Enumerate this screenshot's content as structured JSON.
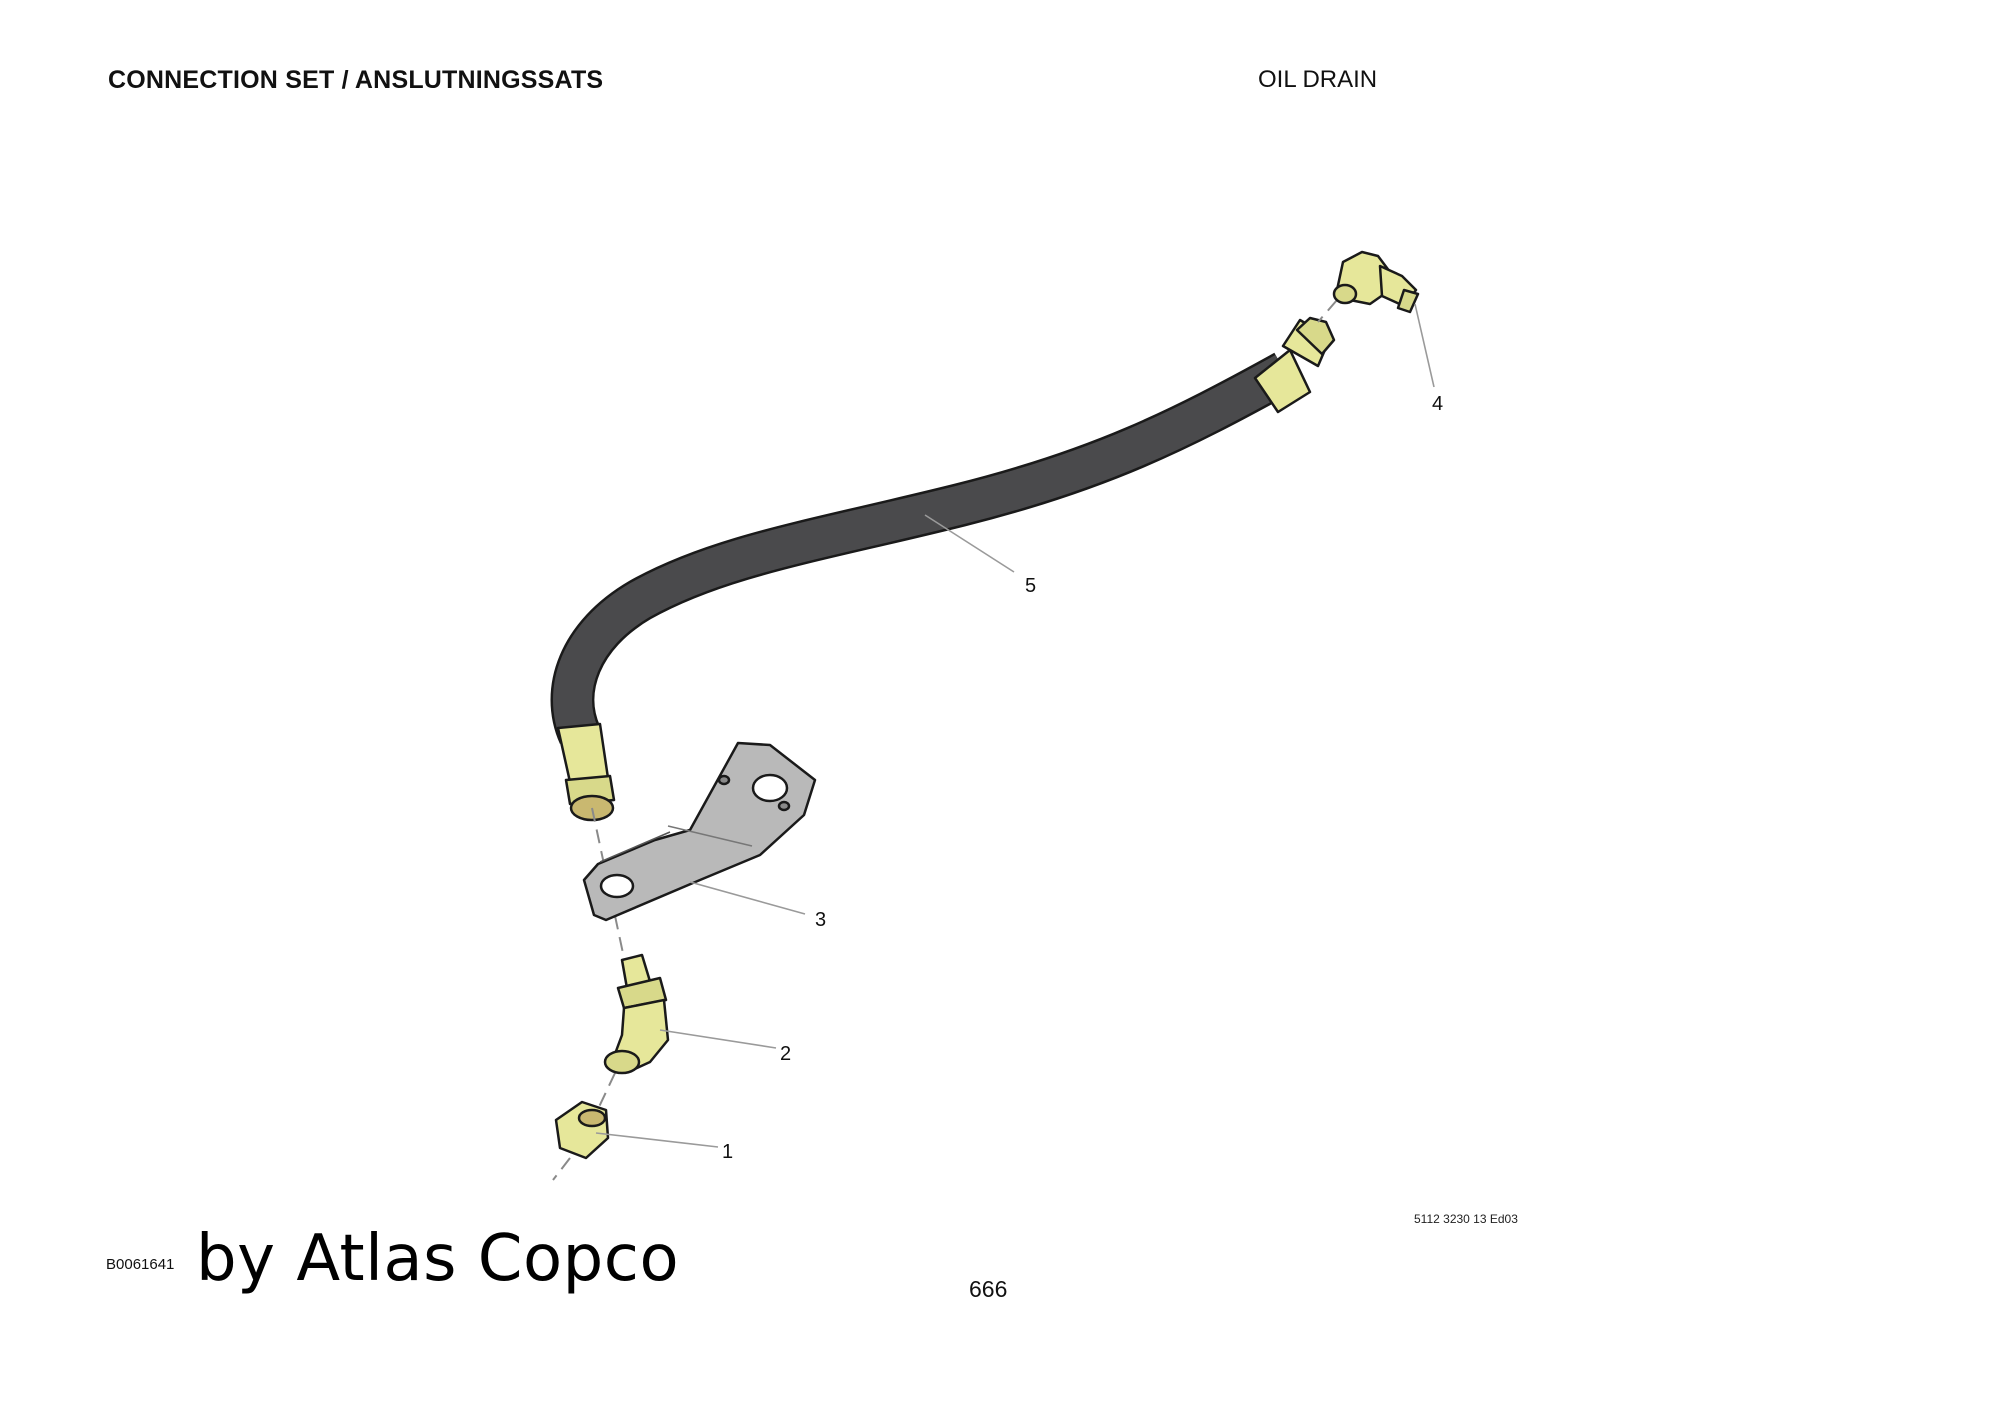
{
  "header": {
    "title": "CONNECTION SET / ANSLUTNINGSSATS",
    "section": "OIL DRAIN"
  },
  "drawing": {
    "callouts": [
      {
        "label": "1",
        "part": "nut"
      },
      {
        "label": "2",
        "part": "elbow-fitting-45"
      },
      {
        "label": "3",
        "part": "bracket"
      },
      {
        "label": "4",
        "part": "elbow-fitting-90"
      },
      {
        "label": "5",
        "part": "hose"
      }
    ],
    "colors": {
      "brass": "#e6e79a",
      "brass_shade": "#c9c97a",
      "hose": "#4a4a4c",
      "bracket": "#b9b9b9",
      "outline": "#1a1a1a",
      "leader": "#9a9a9a"
    }
  },
  "footer": {
    "figure_id": "B0061641",
    "brand": "by Atlas Copco",
    "page_number": "666",
    "doc_ref": "5112 3230 13 Ed03"
  }
}
